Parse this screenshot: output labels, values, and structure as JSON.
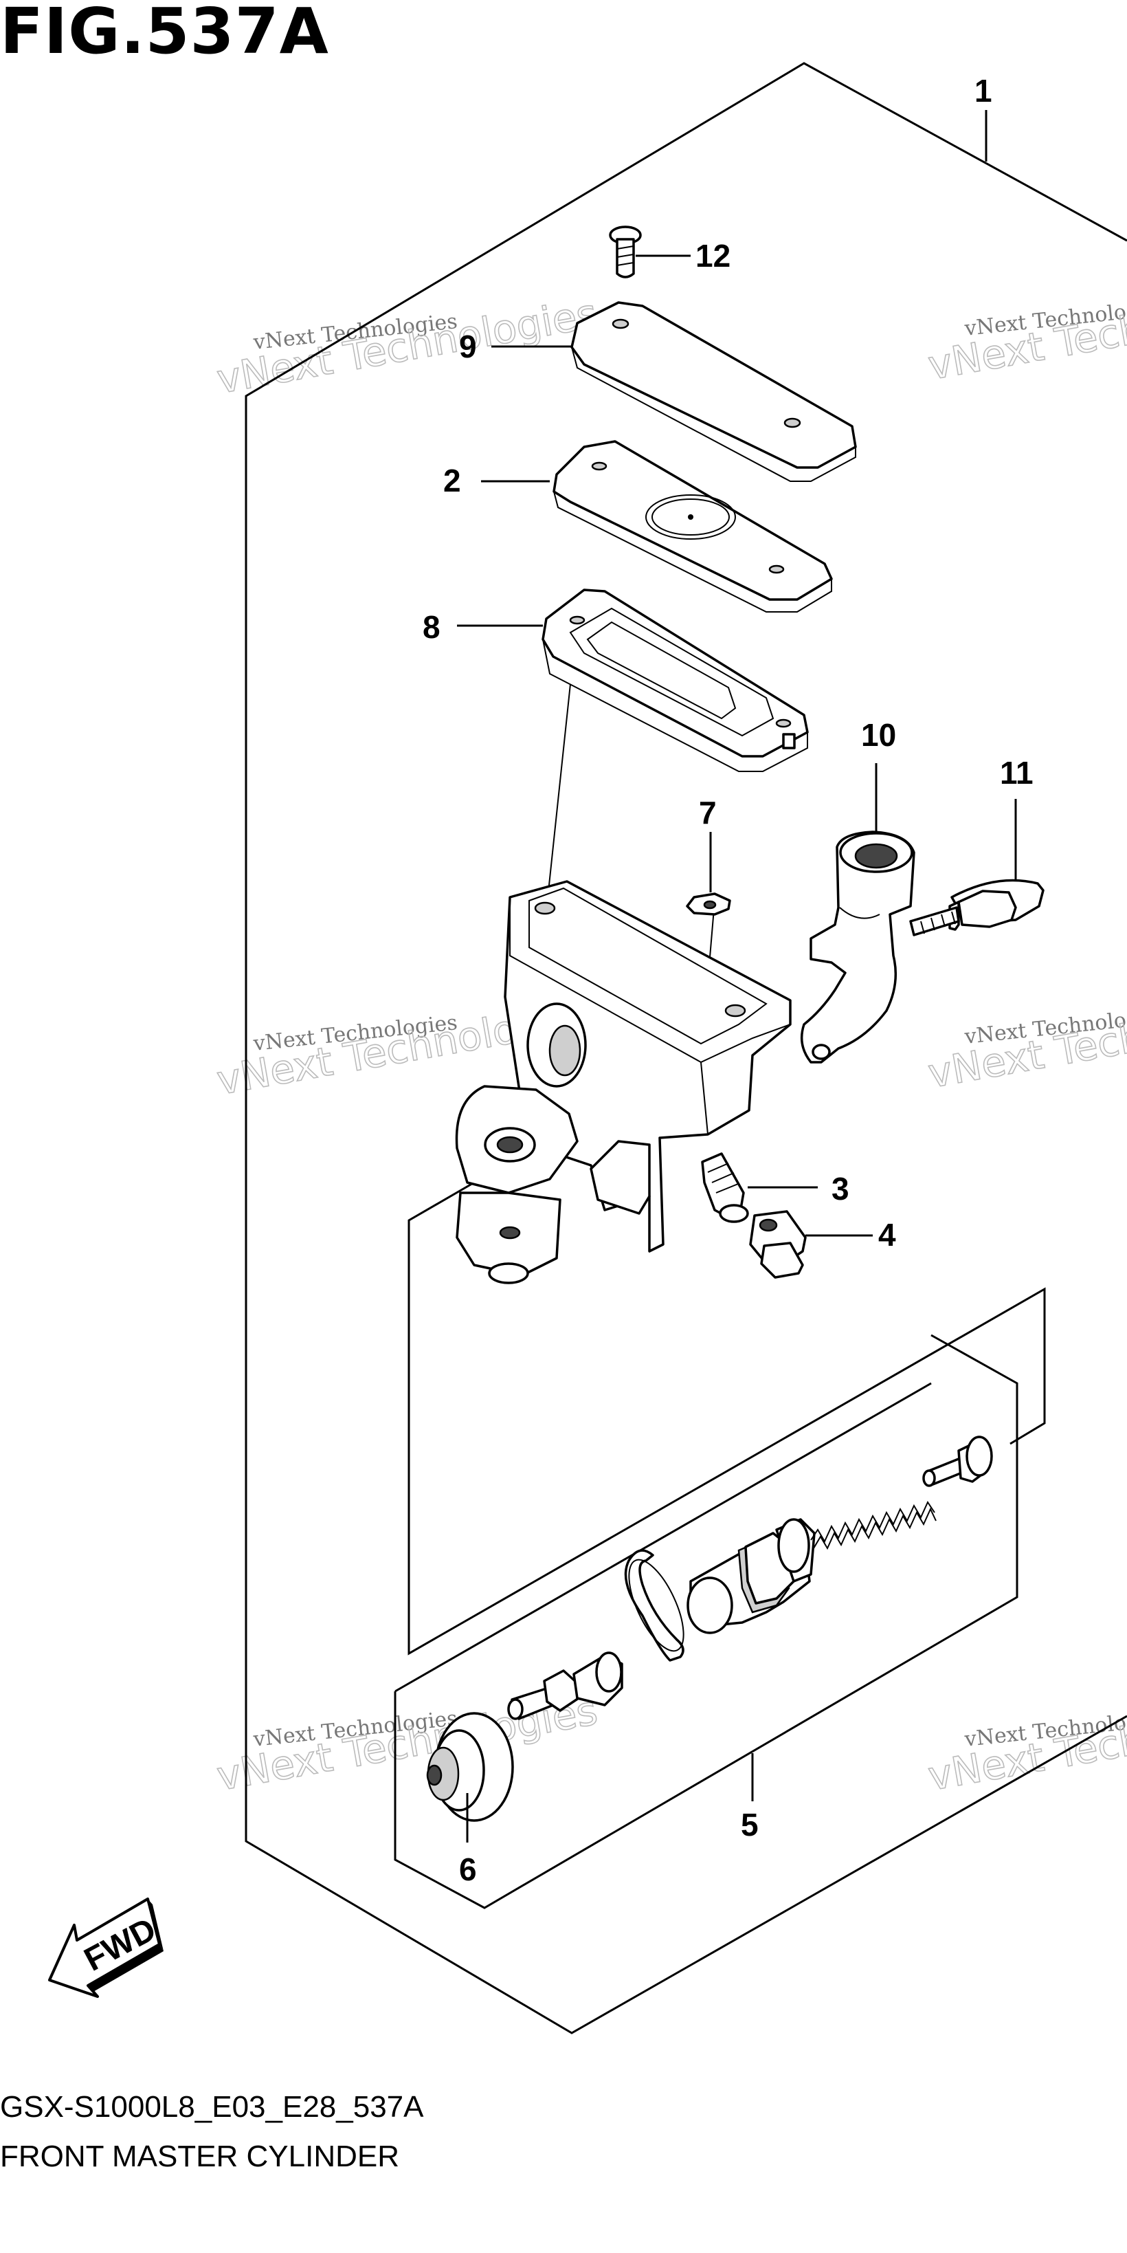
{
  "figure": {
    "title": "FIG.537A",
    "code": "GSX-S1000L8_E03_E28_537A",
    "name": "FRONT MASTER CYLINDER"
  },
  "callouts": [
    "1",
    "2",
    "3",
    "4",
    "5",
    "6",
    "7",
    "8",
    "9",
    "10",
    "11",
    "12"
  ],
  "fwd_label": "FWD",
  "watermark": {
    "line1": "vNext Technologies",
    "line2": "vNext Technologies"
  }
}
